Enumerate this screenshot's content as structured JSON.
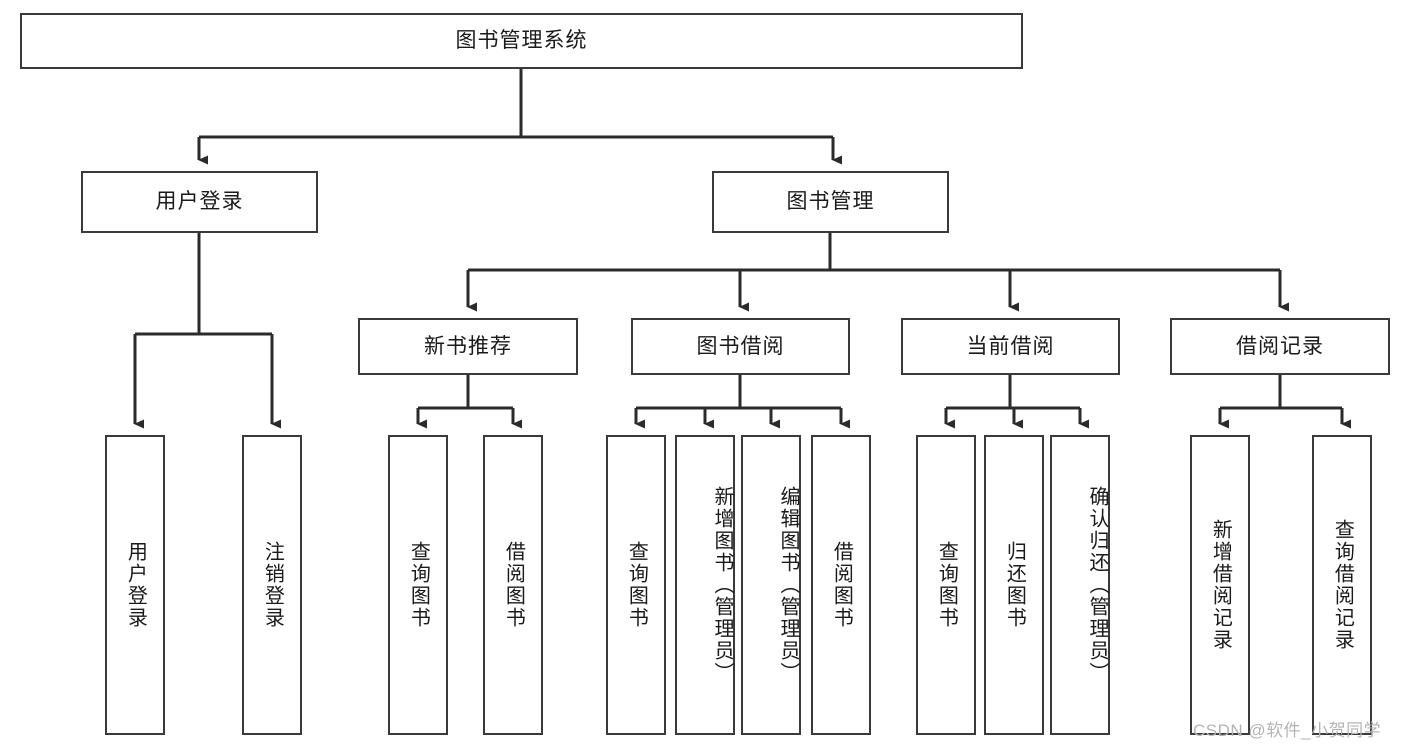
{
  "diagram": {
    "title": "图书管理系统",
    "type": "tree-hierarchy-chart",
    "watermark": "CSDN @软件_小贺同学",
    "colors": {
      "background": "#ffffff",
      "node_border": "#3a3a3a",
      "node_fill": "#ffffff",
      "connector": "#2b2b2b",
      "text": "#1a1a1a",
      "watermark": "#b4b4b4"
    },
    "root": {
      "label": "图书管理系统"
    },
    "level2": [
      {
        "label": "用户登录"
      },
      {
        "label": "图书管理"
      }
    ],
    "level3": [
      {
        "label": "新书推荐"
      },
      {
        "label": "图书借阅"
      },
      {
        "label": "当前借阅"
      },
      {
        "label": "借阅记录"
      }
    ],
    "leaves": {
      "user_login": [
        {
          "label": "用户登录"
        },
        {
          "label": "注销登录"
        }
      ],
      "new_book": [
        {
          "label": "查询图书"
        },
        {
          "label": "借阅图书"
        }
      ],
      "book_borrow": [
        {
          "label": "查询图书"
        },
        {
          "label": "新增图书（管理员）"
        },
        {
          "label": "编辑图书（管理员）"
        },
        {
          "label": "借阅图书"
        }
      ],
      "current_borrow": [
        {
          "label": "查询图书"
        },
        {
          "label": "归还图书"
        },
        {
          "label": "确认归还（管理员）"
        }
      ],
      "borrow_record": [
        {
          "label": "新增借阅记录"
        },
        {
          "label": "查询借阅记录"
        }
      ]
    }
  }
}
